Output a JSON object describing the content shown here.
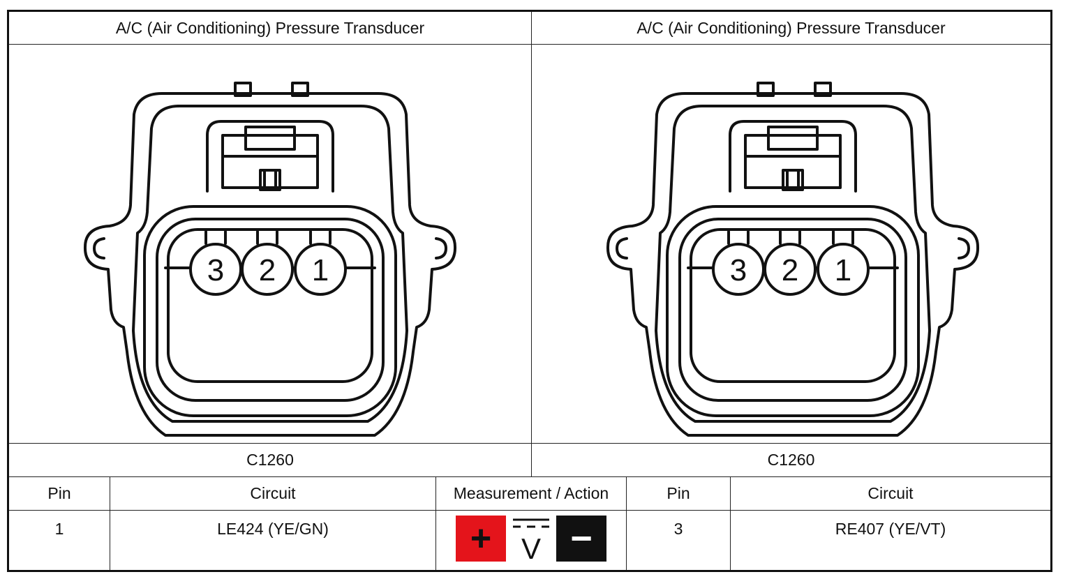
{
  "left_panel": {
    "title": "A/C (Air Conditioning) Pressure Transducer",
    "connector_id": "C1260",
    "pins": [
      "3",
      "2",
      "1"
    ]
  },
  "right_panel": {
    "title": "A/C (Air Conditioning) Pressure Transducer",
    "connector_id": "C1260",
    "pins": [
      "3",
      "2",
      "1"
    ]
  },
  "table": {
    "headers": {
      "pin_left": "Pin",
      "circuit_left": "Circuit",
      "measurement": "Measurement / Action",
      "pin_right": "Pin",
      "circuit_right": "Circuit"
    },
    "row": {
      "pin_left": "1",
      "circuit_left": "LE424 (YE/GN)",
      "measurement_icons": [
        "positive-probe-icon",
        "dc-voltage-icon",
        "negative-probe-icon"
      ],
      "pin_right": "3",
      "circuit_right": "RE407 (YE/VT)"
    }
  },
  "dc_symbol_letter": "V",
  "colors": {
    "positive": "#e4141b",
    "negative": "#111111",
    "line": "#111111"
  }
}
